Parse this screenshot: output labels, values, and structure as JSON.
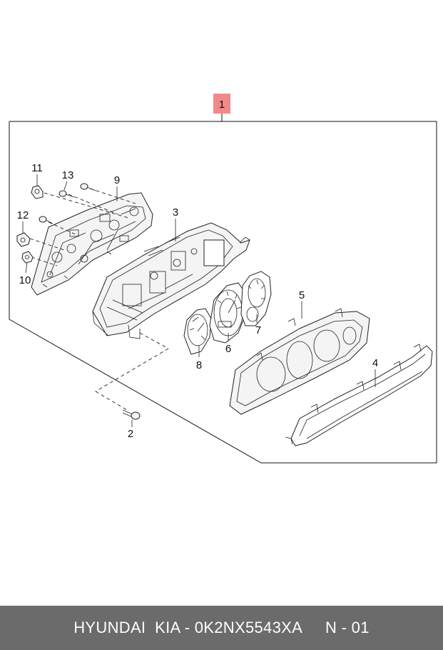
{
  "diagram": {
    "callout_main": "1",
    "callouts": {
      "c2": "2",
      "c3": "3",
      "c4": "4",
      "c5": "5",
      "c6": "6",
      "c7": "7",
      "c8": "8",
      "c9": "9",
      "c10": "10",
      "c11": "11",
      "c12": "12",
      "c13": "13"
    },
    "colors": {
      "callout_bg": "#f08a8a",
      "footer_bg": "#6b6b6b",
      "line": "#111111"
    }
  },
  "footer": {
    "part_text": "HYUNDAI  KIA - 0K2NX5543XA",
    "page_text": "N - 01"
  }
}
